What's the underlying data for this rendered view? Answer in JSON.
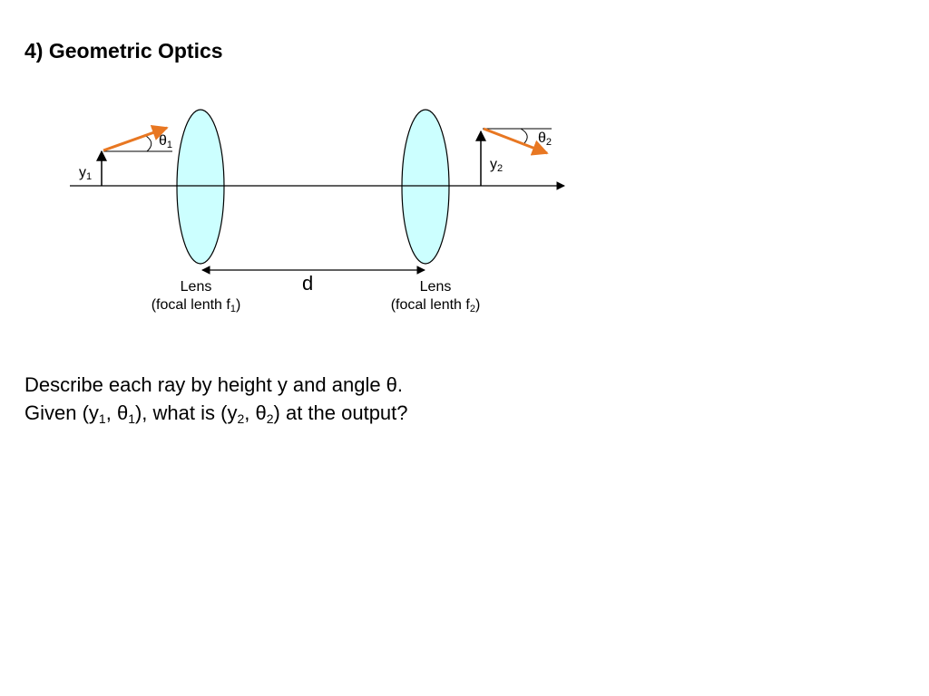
{
  "title": "4) Geometric Optics",
  "diagram": {
    "input_height_var": "y",
    "input_height_sub": "1",
    "input_angle_var": "θ",
    "input_angle_sub": "1",
    "output_height_var": "y",
    "output_height_sub": "2",
    "output_angle_var": "θ",
    "output_angle_sub": "2",
    "separation": "d",
    "lens1": {
      "name": "Lens",
      "focal_prefix": "(focal lenth f",
      "focal_sub": "1",
      "focal_suffix": ")"
    },
    "lens2": {
      "name": "Lens",
      "focal_prefix": "(focal lenth f",
      "focal_sub": "2",
      "focal_suffix": ")"
    },
    "colors": {
      "lens_fill": "#ccffff",
      "ray": "#e87722",
      "line": "#000000"
    }
  },
  "text": {
    "line1": "Describe each ray by height y and angle θ.",
    "line2": {
      "a": "Given (y",
      "a_sub": "1",
      "b": ", θ",
      "b_sub": "1",
      "c": "), what is (y",
      "c_sub": "2",
      "d": ", θ",
      "d_sub": "2",
      "e": ") at the output?"
    }
  }
}
